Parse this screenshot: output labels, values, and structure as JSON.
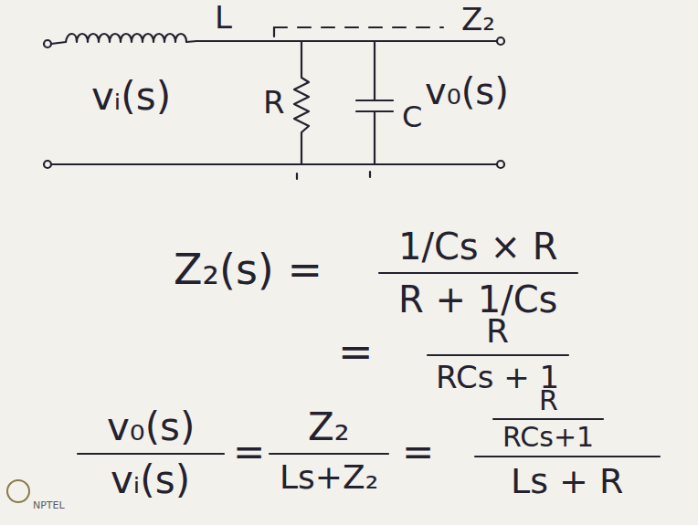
{
  "diagram": {
    "labels": [
      "L",
      "Z₂",
      "vᵢ(s)",
      "R",
      "C",
      "v₀(s)",
      "1/Cs × R",
      "Z₂(s) =",
      "R + 1/Cs",
      "R",
      "=",
      "RCs + 1",
      "v₀(s)",
      "Z₂",
      "R",
      "=",
      "=",
      "RCs+1",
      "vᵢ(s)",
      "Ls+Z₂",
      "Ls + R",
      "NPTEL"
    ]
  }
}
